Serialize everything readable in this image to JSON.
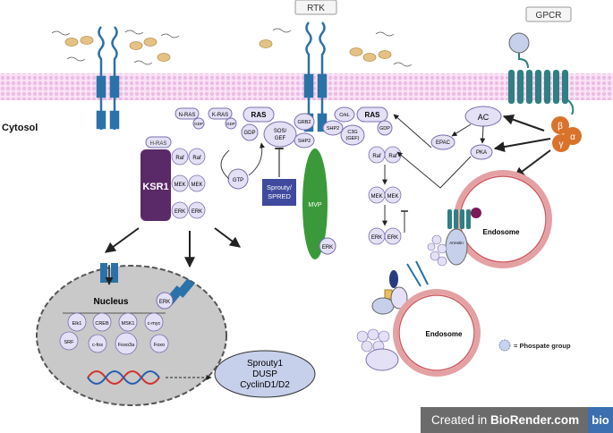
{
  "labels": {
    "rtk": "RTK",
    "gpcr": "GPCR",
    "cytosol": "Cytosol",
    "hras": "H-RAS",
    "nras": "N-RAS",
    "kras": "K-RAS",
    "gdp": "GDP",
    "gtp": "GTP",
    "ras": "RAS",
    "sos_gef": "SOS/\nGEF",
    "grb2": "GRB2",
    "shp2": "SHP2",
    "crkl": "CrkL",
    "c3g_gef": "C3G\n(GEF)",
    "sprouty_spred": "Sprouty/\nSPRED",
    "mvp": "MVP",
    "ksr1": "KSR1",
    "raf": "Raf",
    "mek": "MEK",
    "erk": "ERK",
    "ac": "AC",
    "epac": "EPAC",
    "pka": "PKA",
    "alpha": "α",
    "beta": "β",
    "gamma": "γ",
    "endosome": "Endosome",
    "arrestin": "Arrestin",
    "nucleus": "Nucleus",
    "tf": [
      "Elk1",
      "CREB",
      "MSK1",
      "c-myc",
      "SRF",
      "c-fos",
      "Foxo3a",
      "Foxo"
    ],
    "targets": [
      "Sprouty1",
      "DUSP",
      "CyclinD1/D2"
    ],
    "phosphate": "= Phospate group",
    "created_in": "Created in ",
    "biorender": "BioRender.com",
    "bio_logo": "bio"
  },
  "colors": {
    "membrane": "#f2c8ec",
    "receptor": "#2a72a8",
    "ligand": "#d9b674",
    "ksr1": "#5a2a68",
    "mvp": "#3a9a3a",
    "sprouty": "#3f4a9e",
    "lavender": "#e4e0f5",
    "gprotein": "#d9732c",
    "gpcr": "#2e8082",
    "endosome_ring": "#d56f73",
    "nucleus": "#c9c9c9",
    "phosphate": "#c7d2ee"
  }
}
